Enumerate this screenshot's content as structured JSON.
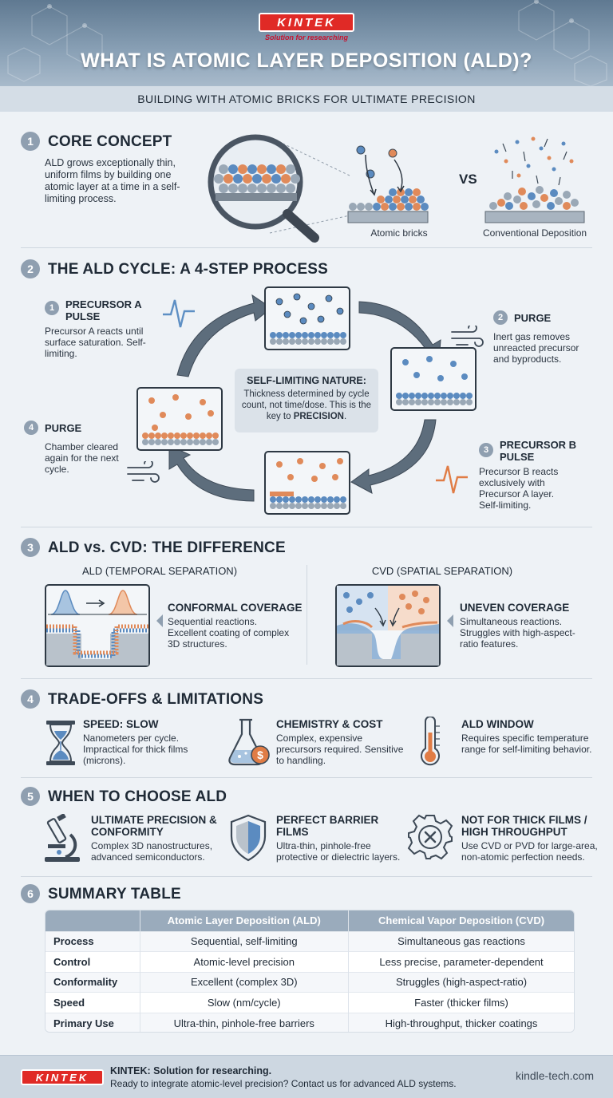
{
  "header": {
    "logo": "KINTEK",
    "tagline": "Solution for researching",
    "title": "WHAT IS ATOMIC LAYER DEPOSITION (ALD)?",
    "subtitle": "BUILDING WITH ATOMIC BRICKS FOR ULTIMATE PRECISION"
  },
  "sections": {
    "s1": {
      "num": "1",
      "title": "CORE CONCEPT",
      "text": "ALD grows exceptionally thin, uniform films by building one atomic layer at a time in a self-limiting process.",
      "vs": "VS",
      "caption_left": "Atomic bricks",
      "caption_right": "Conventional Deposition"
    },
    "s2": {
      "num": "2",
      "title": "THE ALD CYCLE: A 4-STEP PROCESS",
      "steps": [
        {
          "num": "1",
          "title": "PRECURSOR A PULSE",
          "desc": "Precursor A reacts until surface saturation. Self-limiting."
        },
        {
          "num": "2",
          "title": "PURGE",
          "desc": "Inert gas removes unreacted precursor and byproducts."
        },
        {
          "num": "3",
          "title": "PRECURSOR B PULSE",
          "desc": "Precursor B reacts exclusively with Precursor A layer. Self-limiting."
        },
        {
          "num": "4",
          "title": "PURGE",
          "desc": "Chamber cleared again for the next cycle."
        }
      ],
      "center_title": "SELF-LIMITING NATURE:",
      "center_text": "Thickness determined by cycle count, not time/dose. This is the key to",
      "center_emph": "PRECISION",
      "center_end": "."
    },
    "s3": {
      "num": "3",
      "title": "ALD vs. CVD: THE DIFFERENCE",
      "ald_header": "ALD (TEMPORAL SEPARATION)",
      "cvd_header": "CVD (SPATIAL SEPARATION)",
      "ald_card_title": "CONFORMAL COVERAGE",
      "ald_card_desc": "Sequential reactions. Excellent coating of complex 3D structures.",
      "cvd_card_title": "UNEVEN COVERAGE",
      "cvd_card_desc": "Simultaneous reactions. Struggles with high-aspect-ratio features."
    },
    "s4": {
      "num": "4",
      "title": "TRADE-OFFS & LIMITATIONS",
      "items": [
        {
          "title": "SPEED: SLOW",
          "desc": "Nanometers per cycle. Impractical for thick films (microns).",
          "icon": "hourglass-icon"
        },
        {
          "title": "CHEMISTRY & COST",
          "desc": "Complex, expensive precursors required. Sensitive to handling.",
          "icon": "flask-dollar-icon"
        },
        {
          "title": "ALD WINDOW",
          "desc": "Requires specific temperature range for self-limiting behavior.",
          "icon": "thermometer-icon"
        }
      ]
    },
    "s5": {
      "num": "5",
      "title": "WHEN TO CHOOSE ALD",
      "items": [
        {
          "title": "ULTIMATE PRECISION & CONFORMITY",
          "desc": "Complex 3D nanostructures, advanced semiconductors.",
          "icon": "microscope-icon"
        },
        {
          "title": "PERFECT BARRIER FILMS",
          "desc": "Ultra-thin, pinhole-free protective or dielectric layers.",
          "icon": "shield-icon"
        },
        {
          "title": "NOT FOR THICK FILMS / HIGH THROUGHPUT",
          "desc": "Use CVD or PVD for large-area, non-atomic perfection needs.",
          "icon": "gear-x-icon"
        }
      ]
    },
    "s6": {
      "num": "6",
      "title": "SUMMARY TABLE",
      "columns": [
        "",
        "Atomic Layer Deposition (ALD)",
        "Chemical Vapor Deposition (CVD)"
      ],
      "rows": [
        [
          "Process",
          "Sequential, self-limiting",
          "Simultaneous gas reactions"
        ],
        [
          "Control",
          "Atomic-level precision",
          "Less precise, parameter-dependent"
        ],
        [
          "Conformality",
          "Excellent (complex 3D)",
          "Struggles (high-aspect-ratio)"
        ],
        [
          "Speed",
          "Slow (nm/cycle)",
          "Faster (thicker films)"
        ],
        [
          "Primary Use",
          "Ultra-thin, pinhole-free barriers",
          "High-throughput, thicker coatings"
        ]
      ]
    }
  },
  "footer": {
    "logo": "KINTEK",
    "title": "KINTEK: Solution for researching.",
    "text": "Ready to integrate atomic-level precision? Contact us for advanced ALD systems.",
    "url": "kindle-tech.com"
  },
  "colors": {
    "blue_atom": "#5b8bc0",
    "orange_atom": "#e08a5a",
    "gray_atom": "#9aa8b6",
    "accent_blue": "#5d8fc4",
    "accent_orange": "#e07c45"
  }
}
